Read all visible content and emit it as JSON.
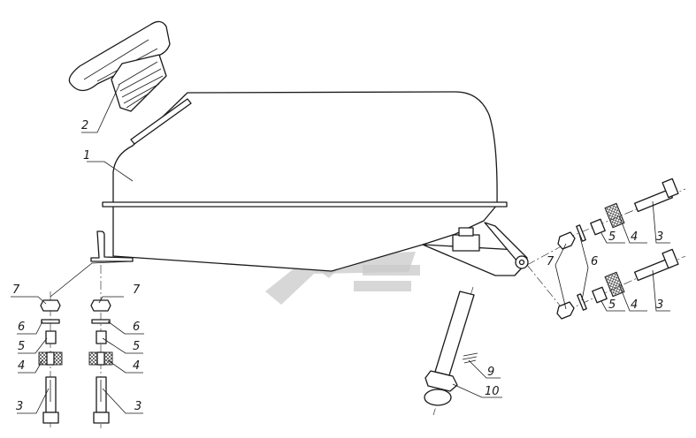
{
  "callouts": {
    "c1": "1",
    "c2": "2",
    "c3a": "3",
    "c3b": "3",
    "c3c": "3",
    "c3d": "3",
    "c4a": "4",
    "c4b": "4",
    "c4c": "4",
    "c4d": "4",
    "c5a": "5",
    "c5b": "5",
    "c5c": "5",
    "c5d": "5",
    "c6a": "6",
    "c6b": "6",
    "c6c": "6",
    "c7a": "7",
    "c7b": "7",
    "c7c": "7",
    "c9": "9",
    "c10": "10"
  },
  "colors": {
    "line": "#1a1a1a",
    "watermark": "#c9c9c9",
    "background": "#ffffff"
  }
}
